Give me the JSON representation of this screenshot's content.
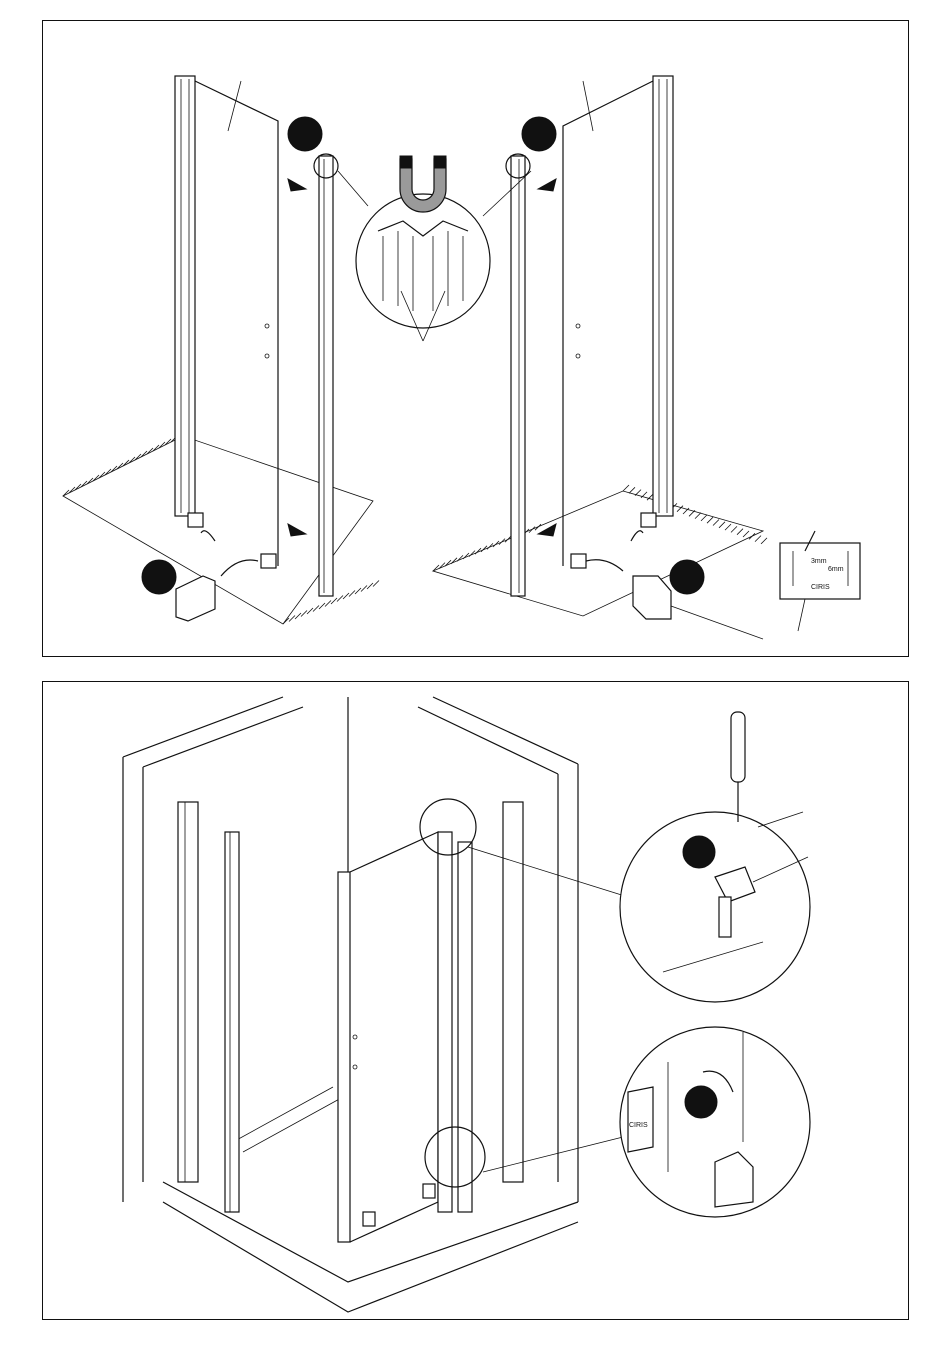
{
  "colors": {
    "ink": "#111111",
    "paper": "#ffffff",
    "magnet_grey": "#9a9a9a"
  },
  "icons": [
    "step-circle-icon",
    "arrow-icon",
    "magnet-icon",
    "screwdriver-icon",
    "curved-arrow-icon",
    "hatch-floor-icon"
  ],
  "labels": {
    "gauge_3mm": "3mm",
    "gauge_6mm": "6mm",
    "badge_top": "CIRIS",
    "badge_bottom": "CIRIS"
  }
}
